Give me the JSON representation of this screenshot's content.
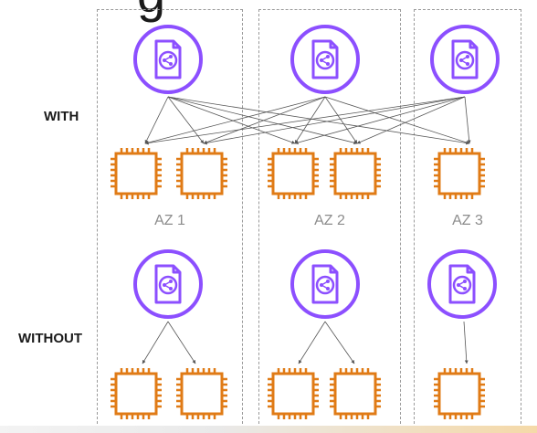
{
  "title_fragment": "g",
  "rows": {
    "with_label": "WITH",
    "without_label": "WITHOUT"
  },
  "zones": [
    "AZ 1",
    "AZ 2",
    "AZ 3"
  ],
  "colors": {
    "load_balancer": "#8C4FFF",
    "instance": "#E07B16",
    "connector": "#555555",
    "zone_border": "#9a9a9a",
    "zone_label": "#8c8c8c"
  },
  "icons": {
    "load_balancer": "load-balancer-icon",
    "instance": "ec2-instance-icon"
  },
  "connections": {
    "with": "every load balancer connects to all 5 instances",
    "without": "each load balancer connects only to instances in its own zone"
  }
}
